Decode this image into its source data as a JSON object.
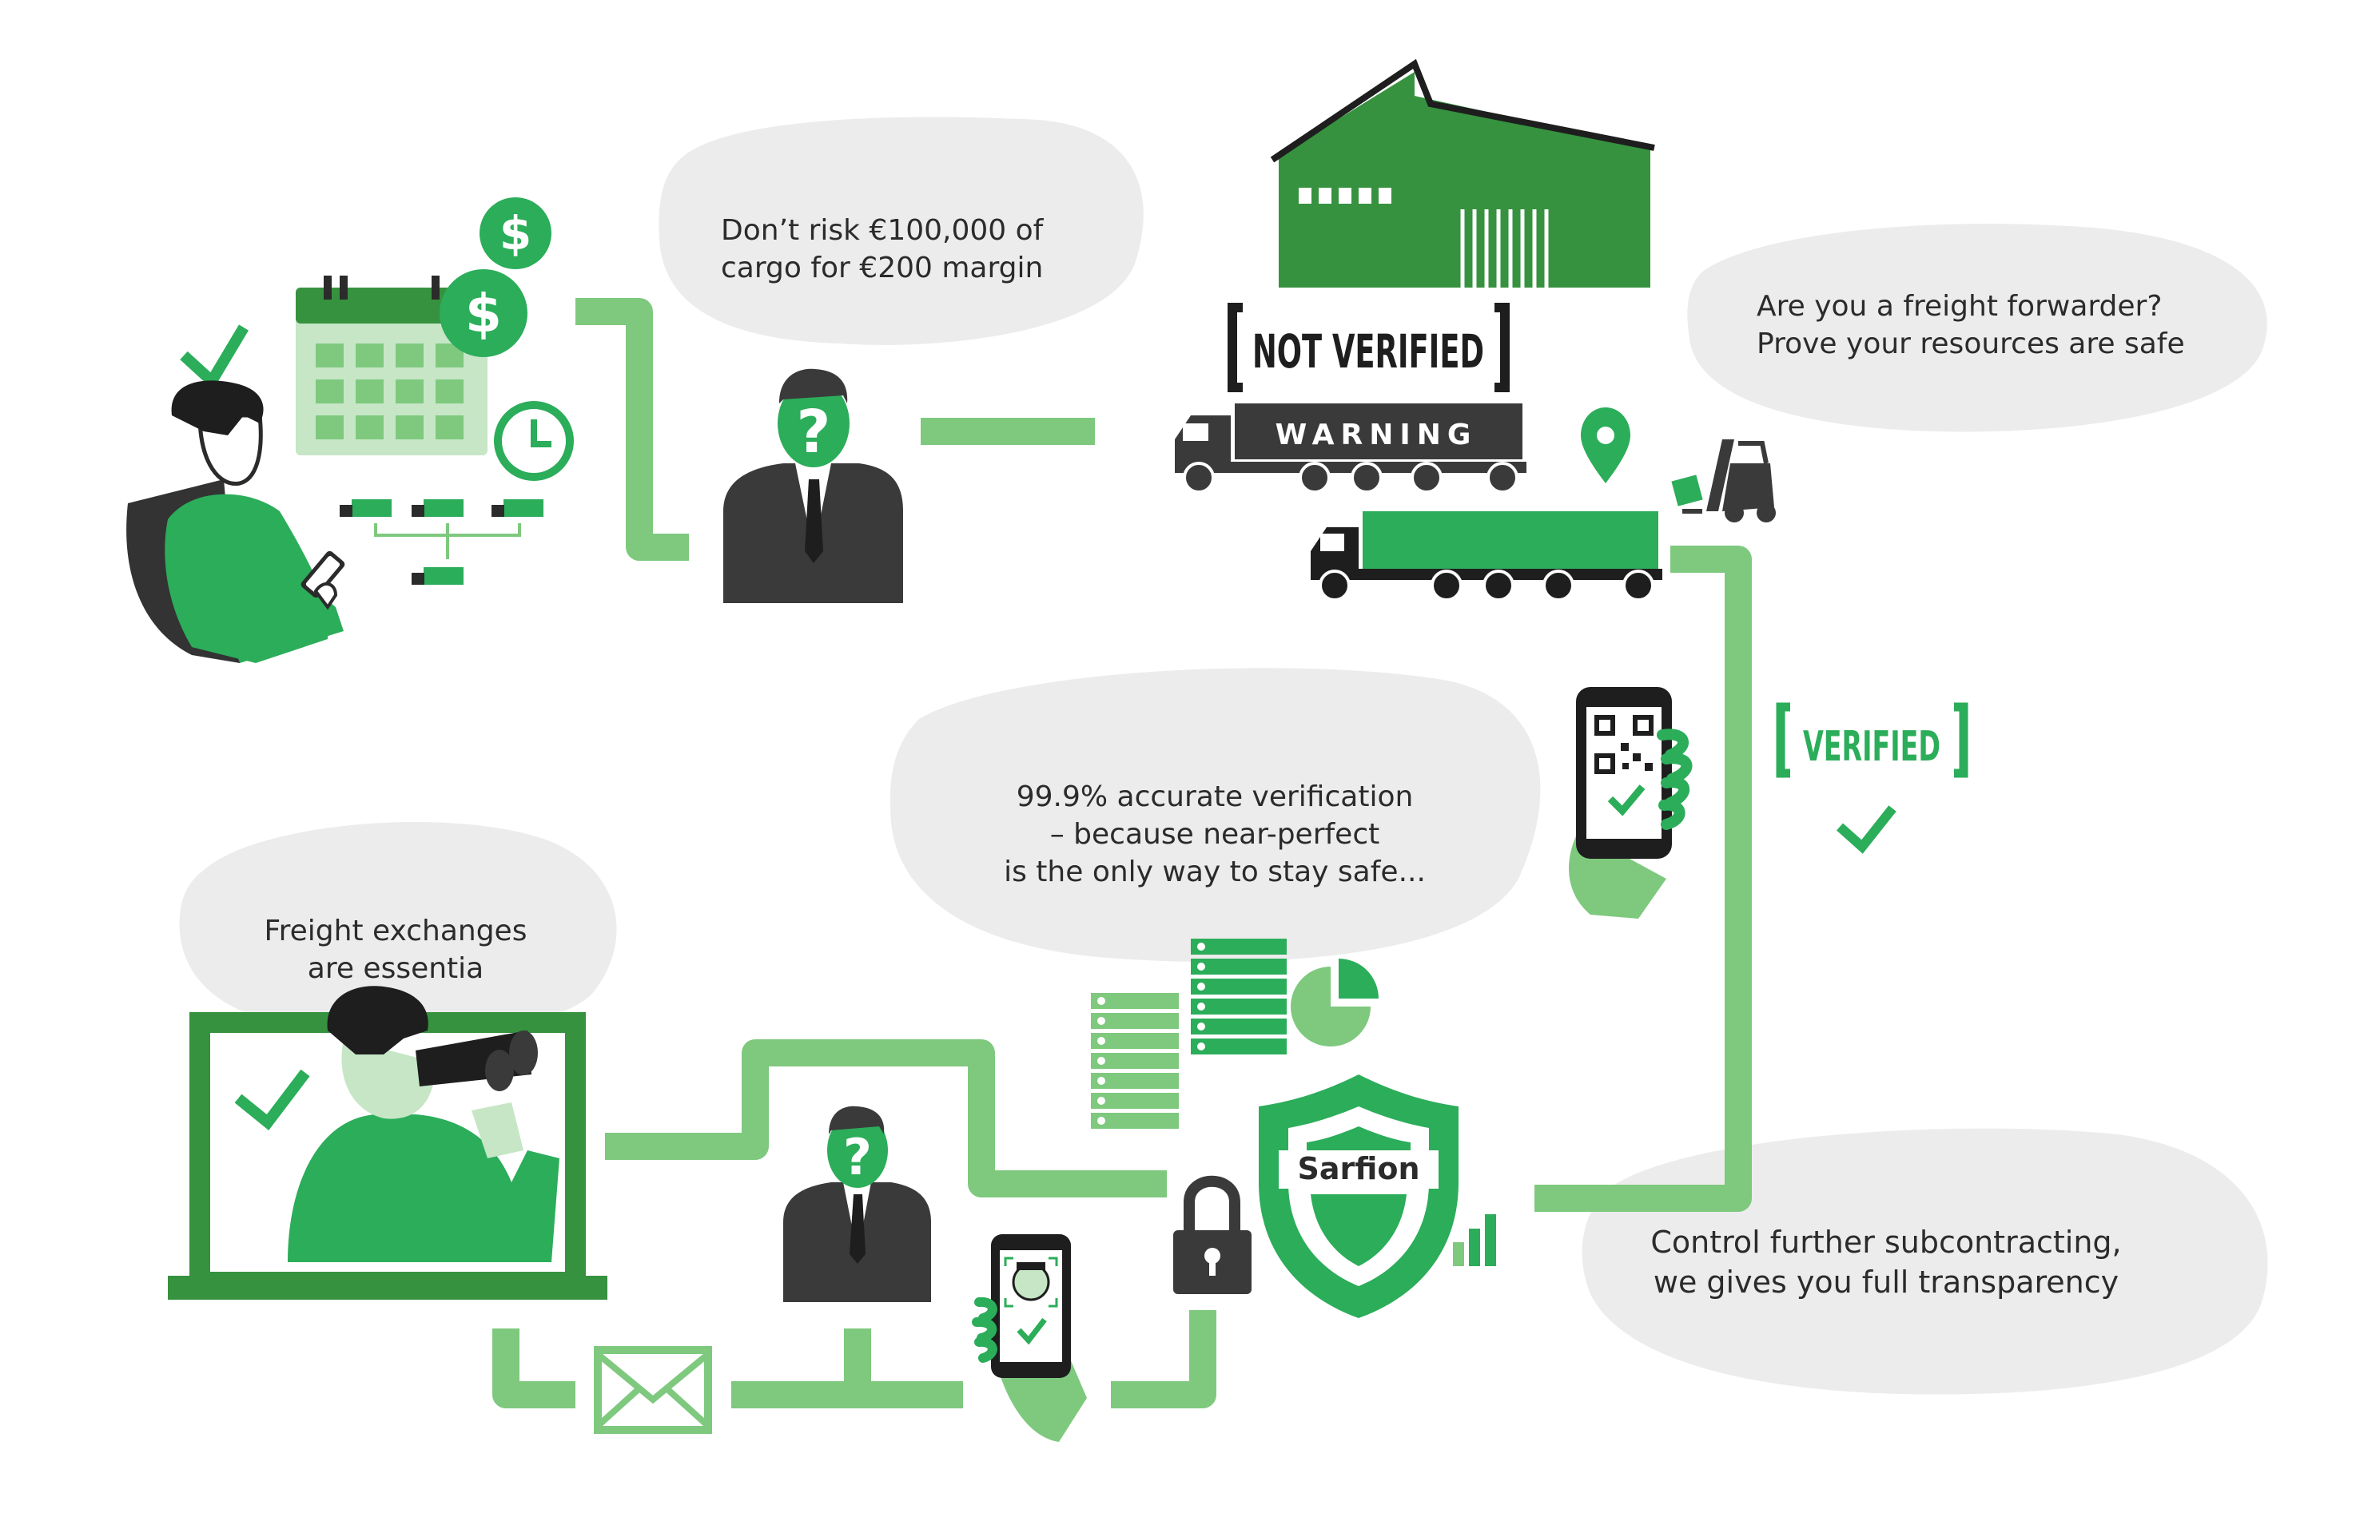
{
  "diagram": {
    "colors": {
      "brand_green": "#2bad5a",
      "dark_green": "#36923f",
      "light_green": "#7ec97e",
      "pale_green": "#c6e6c6",
      "charcoal": "#3a3a3a",
      "bubble_gray": "#ececec"
    },
    "bubbles": {
      "risk": {
        "lines": [
          "Don’t risk €100,000 of",
          "cargo for €200 margin"
        ]
      },
      "forwarder": {
        "lines": [
          "Are you a freight forwarder?",
          "Prove your resources are safe"
        ]
      },
      "accuracy": {
        "lines": [
          "99.9% accurate verification",
          "– because near-perfect",
          "is the only way to stay safe..."
        ]
      },
      "exchanges": {
        "lines": [
          "Freight exchanges",
          "are essentia"
        ]
      },
      "control": {
        "lines": [
          "Control further subcontracting,",
          "we gives you full transparency"
        ]
      }
    },
    "labels": {
      "not_verified": "NOT VERIFIED",
      "warning": "WARNING",
      "verified": "VERIFIED",
      "sarfion": "Sarfion",
      "question_mark": "?",
      "dollar": "$"
    },
    "icons": [
      "dispatcher-figure",
      "calendar-icon",
      "dollar-coin-icon",
      "clock-icon",
      "check-icon",
      "unknown-person-figure",
      "warehouse-icon",
      "truck-icon",
      "map-pin-icon",
      "forklift-icon",
      "qr-phone-icon",
      "server-rack-icon",
      "pie-chart-icon",
      "shield-icon",
      "padlock-icon",
      "bar-chart-icon",
      "face-scan-phone-icon",
      "envelope-icon",
      "laptop-icon",
      "binoculars-icon"
    ]
  }
}
